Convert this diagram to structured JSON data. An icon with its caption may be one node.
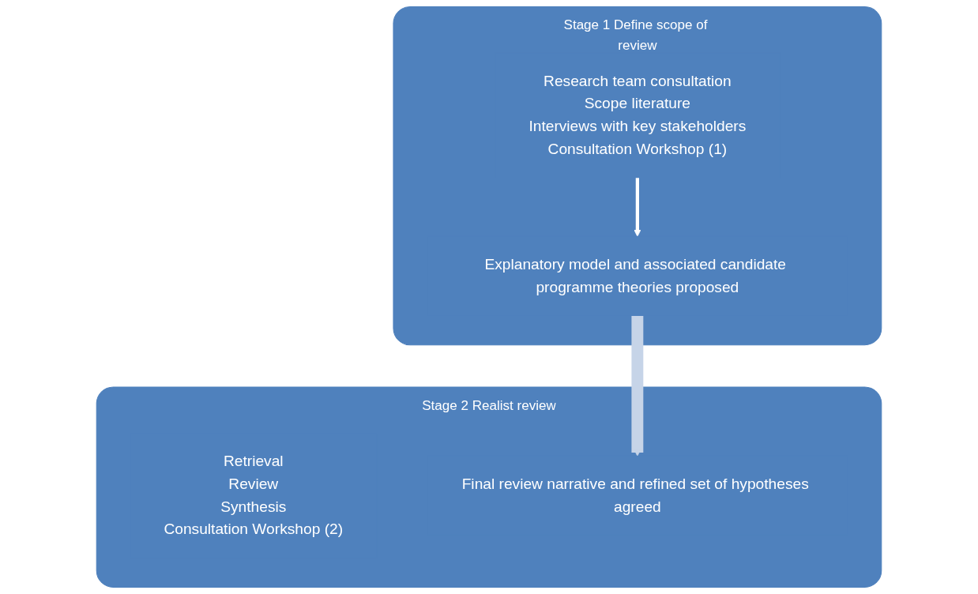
{
  "diagram": {
    "nodes": [
      {
        "text": [
          "Stage 1 Define scope of review"
        ]
      },
      {
        "text": [
          "Research team consultation",
          "Scope literature",
          "Interviews with key stakeholders",
          "Consultation Workshop (1)"
        ],
        "in": 0
      },
      {
        "text": [
          "Explanatory model and associated candidate programme theories proposed"
        ],
        "in": 0
      },
      {
        "text": [
          "Stage 2 Realist review"
        ]
      },
      {
        "text": [
          "Retrieval",
          "Review",
          "Synthesis",
          "Consultation Workshop (2)"
        ],
        "in": 3
      },
      {
        "text": [
          "Final review narrative and refined set of hypotheses agreed"
        ],
        "in": 3
      }
    ],
    "edges": [
      {
        "from": 1,
        "to": 2,
        "arrow": "to"
      },
      {
        "from": 2,
        "to": 5,
        "arrow": "to",
        "style": "thick",
        "color": "#c6d4e8"
      }
    ]
  }
}
